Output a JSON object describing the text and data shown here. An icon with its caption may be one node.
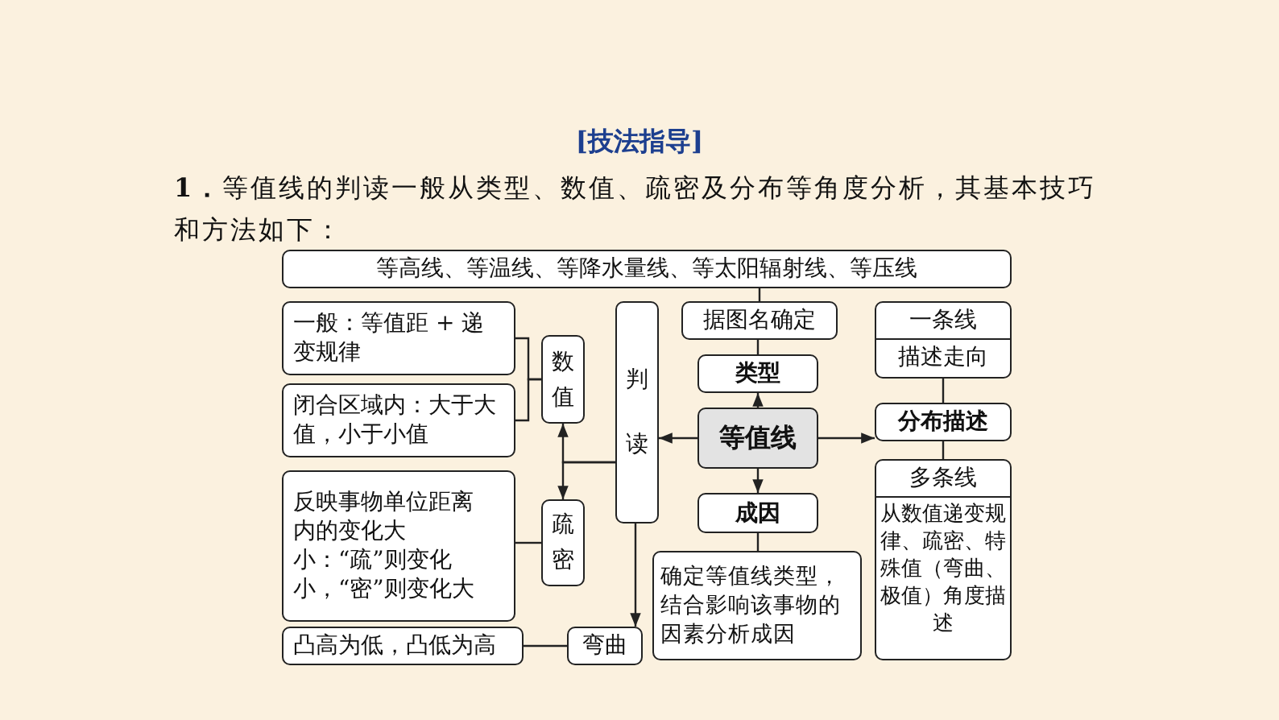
{
  "diagram": {
    "title": "[技法指导]",
    "nodes": [
      {
        "text": [
          "等高线、等温线、等降水量线、等太阳辐射线、等压线"
        ]
      },
      {
        "text": [
          "一般：等值距 + 递变规律"
        ]
      },
      {
        "text": [
          "闭合区域内：大于大值，小于小值"
        ]
      },
      {
        "text": [
          "数值"
        ]
      },
      {
        "text": [
          "判读"
        ]
      },
      {
        "text": [
          "据图名确定"
        ]
      },
      {
        "text": [
          "类型"
        ]
      },
      {
        "text": [
          "等值线"
        ]
      },
      {
        "text": [
          "一条线",
          "描述走向"
        ]
      },
      {
        "text": [
          "分布描述"
        ]
      },
      {
        "text": [
          "多条线",
          "从数值递变规律、疏密、特殊值（弯曲、极值）角度描述"
        ]
      },
      {
        "text": [
          "成因"
        ]
      },
      {
        "text": [
          "确定等值线类型，结合影响该事物的因素分析成因"
        ]
      },
      {
        "text": [
          "反映事物单位距离内的变化大小：“疏”则变化小，“密”则变化大"
        ]
      },
      {
        "text": [
          "疏密"
        ]
      },
      {
        "text": [
          "凸高为低，凸低为高"
        ]
      },
      {
        "text": [
          "弯曲"
        ]
      }
    ],
    "edges": [
      {
        "from": 0,
        "to": 5,
        "arrow": "none"
      },
      {
        "from": 5,
        "to": 6,
        "arrow": "none"
      },
      {
        "from": 7,
        "to": 6,
        "arrow": "to"
      },
      {
        "from": 7,
        "to": 4,
        "arrow": "to"
      },
      {
        "from": 7,
        "to": 9,
        "arrow": "to"
      },
      {
        "from": 7,
        "to": 11,
        "arrow": "to"
      },
      {
        "from": 11,
        "to": 12,
        "arrow": "none"
      },
      {
        "from": 8,
        "to": 9,
        "arrow": "none"
      },
      {
        "from": 9,
        "to": 10,
        "arrow": "none"
      },
      {
        "from": 1,
        "to": 3,
        "arrow": "none"
      },
      {
        "from": 2,
        "to": 3,
        "arrow": "none"
      },
      {
        "from": 4,
        "to": 3,
        "arrow": "to"
      },
      {
        "from": 4,
        "to": 14,
        "arrow": "to"
      },
      {
        "from": 13,
        "to": 14,
        "arrow": "none"
      },
      {
        "from": 4,
        "to": 16,
        "arrow": "to"
      },
      {
        "from": 15,
        "to": 16,
        "arrow": "none"
      }
    ],
    "labels": [
      "**1．**等值线的判读一般从类型、数值、疏密及分布等角度分析，其基本技巧和方法如下："
    ]
  }
}
